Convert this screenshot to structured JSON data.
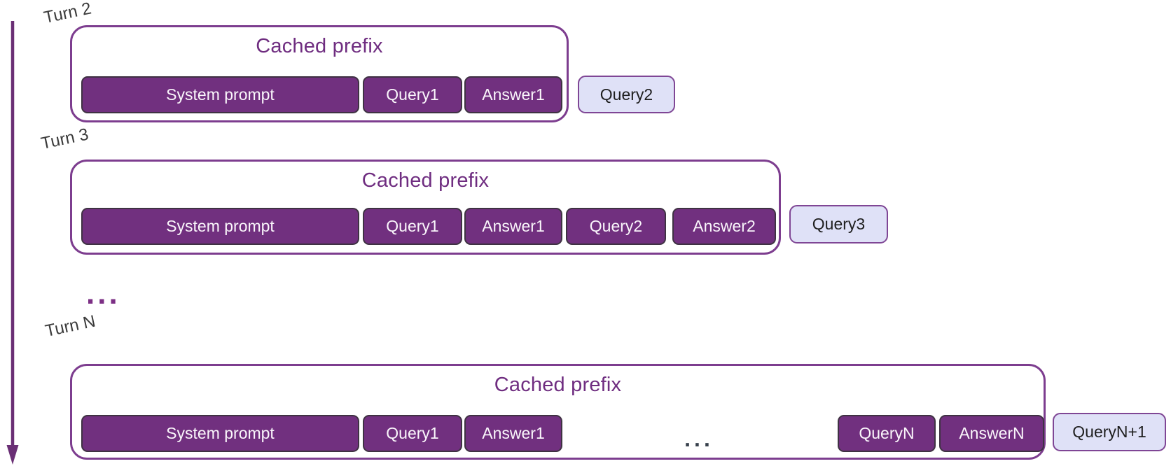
{
  "diagram": {
    "title_repeated": "Cached prefix",
    "between_rows_ellipsis": "...",
    "colors": {
      "box_border": "#7d3d8f",
      "cached_title": "#6f2d80",
      "dark_pill_fill": "#71307f",
      "dark_pill_border": "#3f3243",
      "dark_pill_text": "#faf6fb",
      "light_pill_fill": "#dfe1f7",
      "light_pill_border": "#7f4695",
      "light_pill_text": "#1e1e1e",
      "turn_label": "#3b3b3b",
      "arrow": "#6a2f75",
      "rows_ellipsis": "#7c2f85",
      "inner_ellipsis": "#39424d"
    },
    "rows": [
      {
        "turn_label": "Turn 2",
        "cached_title": "Cached prefix",
        "cached_pills": [
          "System prompt",
          "Query1",
          "Answer1"
        ],
        "new_query": "Query2"
      },
      {
        "turn_label": "Turn 3",
        "cached_title": "Cached prefix",
        "cached_pills": [
          "System prompt",
          "Query1",
          "Answer1",
          "Query2",
          "Answer2"
        ],
        "new_query": "Query3"
      },
      {
        "turn_label": "Turn N",
        "cached_title": "Cached prefix",
        "cached_pills": [
          "System prompt",
          "Query1",
          "Answer1",
          "...",
          "QueryN",
          "AnswerN"
        ],
        "new_query": "QueryN+1"
      }
    ]
  }
}
